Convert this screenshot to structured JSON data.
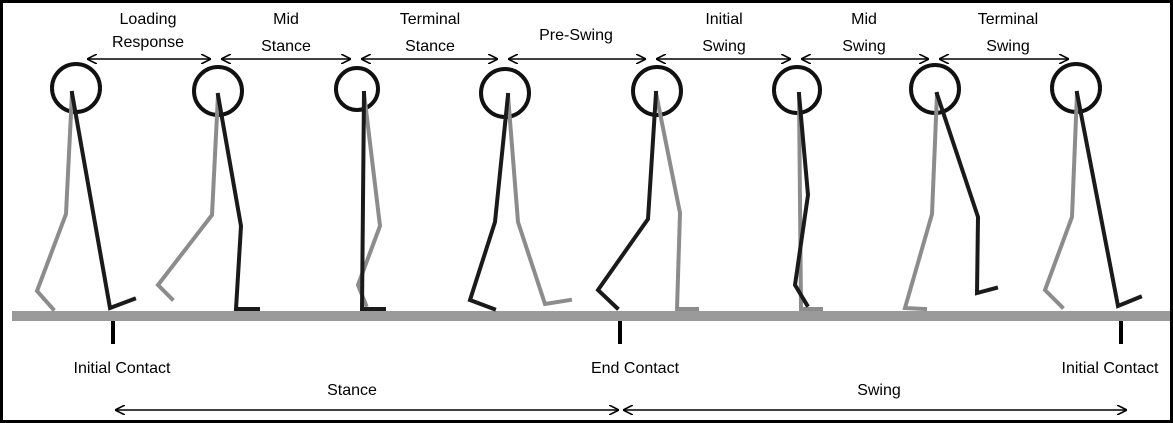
{
  "phases": [
    {
      "line1": "Loading",
      "line2": "Response"
    },
    {
      "line1": "Mid",
      "line2": "Stance"
    },
    {
      "line1": "Terminal",
      "line2": "Stance"
    },
    {
      "line1": "Pre-Swing",
      "line2": ""
    },
    {
      "line1": "Initial",
      "line2": "Swing"
    },
    {
      "line1": "Mid",
      "line2": "Swing"
    },
    {
      "line1": "Terminal",
      "line2": "Swing"
    }
  ],
  "events": {
    "initial_contact": "Initial Contact",
    "end_contact": "End Contact",
    "initial_contact_end": "Initial Contact"
  },
  "periods": {
    "stance": "Stance",
    "swing": "Swing"
  },
  "colors": {
    "near_leg": "#1a1a1a",
    "far_leg": "#8c8c8c",
    "ground": "#9a9a9a",
    "frame": "#000000"
  }
}
